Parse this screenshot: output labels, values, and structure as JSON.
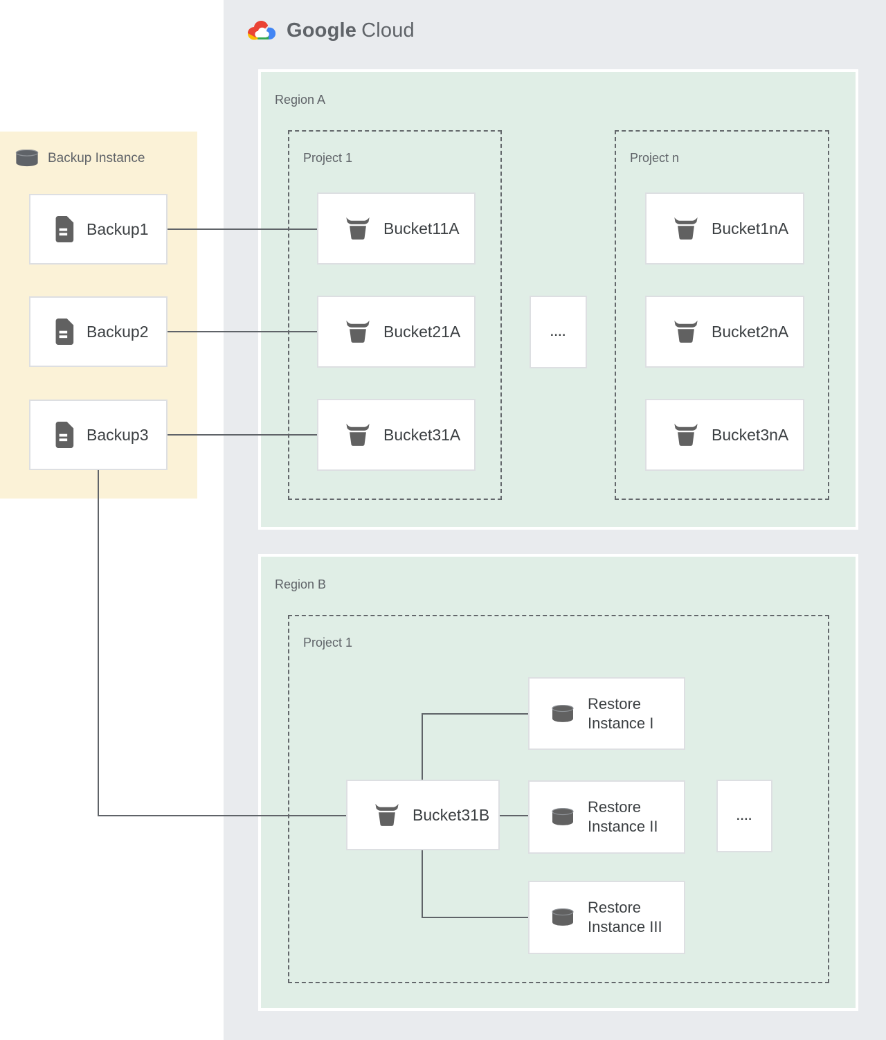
{
  "logo": {
    "name": "Google Cloud",
    "part_bold": "Google",
    "part_light": "Cloud"
  },
  "backup_panel": {
    "title": "Backup Instance",
    "items": [
      {
        "label": "Backup1"
      },
      {
        "label": "Backup2"
      },
      {
        "label": "Backup3"
      }
    ]
  },
  "region_a": {
    "title": "Region A",
    "project_1": {
      "title": "Project 1",
      "buckets": [
        {
          "label": "Bucket11A"
        },
        {
          "label": "Bucket21A"
        },
        {
          "label": "Bucket31A"
        }
      ]
    },
    "ellipsis": "....",
    "project_n": {
      "title": "Project n",
      "buckets": [
        {
          "label": "Bucket1nA"
        },
        {
          "label": "Bucket2nA"
        },
        {
          "label": "Bucket3nA"
        }
      ]
    }
  },
  "region_b": {
    "title": "Region B",
    "project_1": {
      "title": "Project 1",
      "bucket": {
        "label": "Bucket31B"
      },
      "restore_instances": [
        {
          "line1": "Restore",
          "line2": "Instance I"
        },
        {
          "line1": "Restore",
          "line2": "Instance II"
        },
        {
          "line1": "Restore",
          "line2": "Instance III"
        }
      ],
      "ellipsis": "...."
    }
  },
  "icons": {
    "backup_panel_header": "database-cylinder-icon",
    "backup_item": "document-icon",
    "bucket_item": "storage-bucket-icon",
    "restore_item": "database-cylinder-icon"
  },
  "colors": {
    "canvas_gray": "#E9EBEE",
    "region_green": "#E0EEE6",
    "backup_yellow": "#FBF2D7",
    "node_border": "#DDDFE2",
    "connector": "#5F6368",
    "icon_gray": "#616161",
    "label_gray": "#5F6368",
    "text_dark": "#3C4043",
    "logo_blue": "#4285F4",
    "logo_red": "#EA4335",
    "logo_yellow": "#FBBC05",
    "logo_green": "#34A853"
  }
}
